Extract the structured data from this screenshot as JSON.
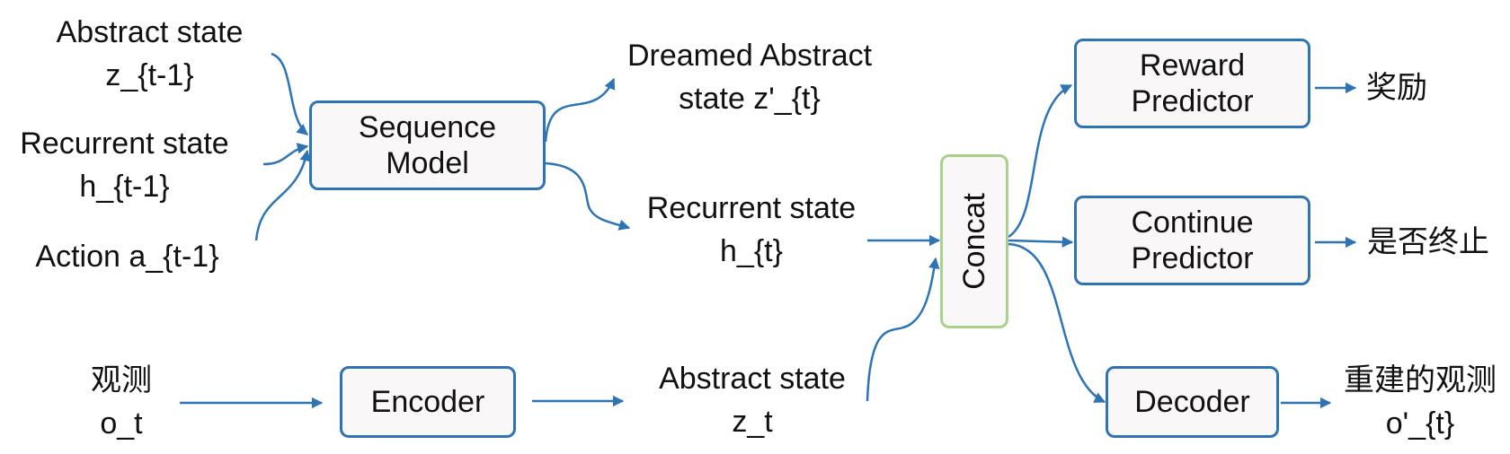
{
  "inputs": {
    "abstract_prev": [
      "Abstract state",
      "z_{t-1}"
    ],
    "recurrent_prev": [
      "Recurrent state",
      "h_{t-1}"
    ],
    "action_prev": [
      "Action a_{t-1}"
    ],
    "observation": [
      "观测",
      "o_t"
    ]
  },
  "boxes": {
    "sequence_model": [
      "Sequence",
      "Model"
    ],
    "encoder": [
      "Encoder"
    ],
    "concat": "Concat",
    "reward_predictor": [
      "Reward",
      "Predictor"
    ],
    "continue_predictor": [
      "Continue",
      "Predictor"
    ],
    "decoder": [
      "Decoder"
    ]
  },
  "states": {
    "dreamed": [
      "Dreamed Abstract",
      "state z'_{t}"
    ],
    "recurrent_t": [
      "Recurrent state",
      "h_{t}"
    ],
    "abstract_t": [
      "Abstract state",
      "z_t"
    ]
  },
  "outputs": {
    "reward": "奖励",
    "continue": "是否终止",
    "reconstruction": [
      "重建的观测",
      "o'_{t}"
    ]
  },
  "colors": {
    "box_border": "#2e74b5",
    "concat_border": "#a9d18e",
    "arrow": "#2e74b5",
    "box_fill": "#faf7f8"
  }
}
